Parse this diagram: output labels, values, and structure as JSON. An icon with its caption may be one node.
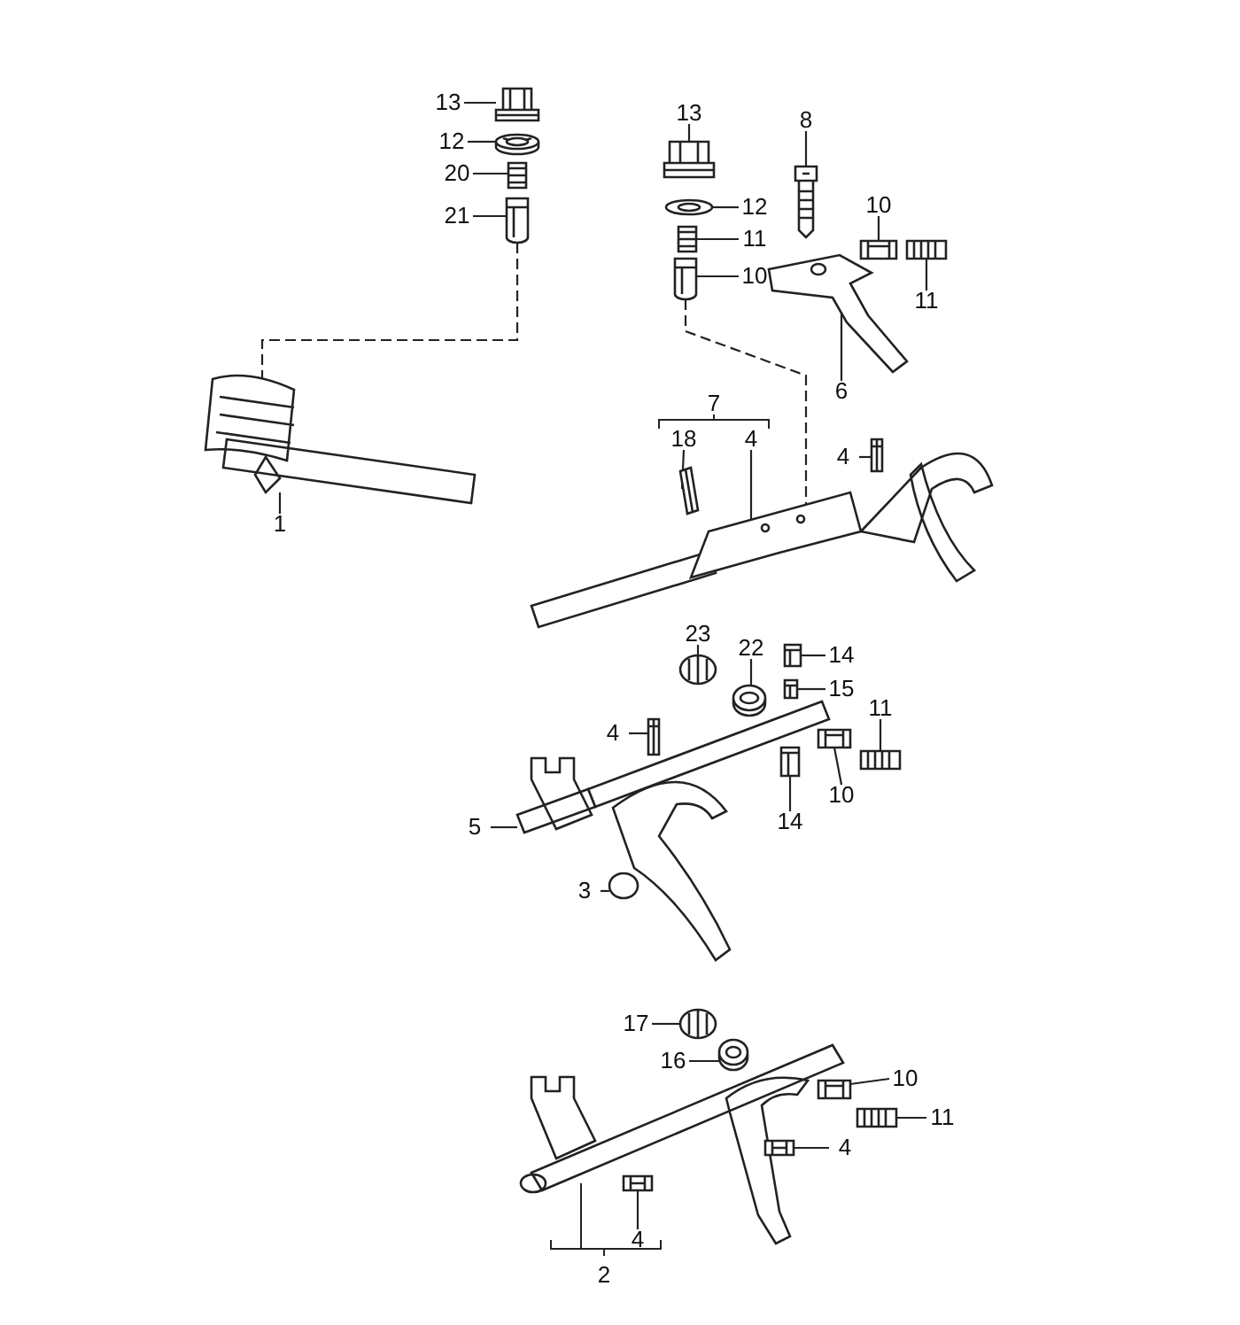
{
  "diagram": {
    "nodes": [
      {
        "text": [
          "13"
        ]
      },
      {
        "text": [
          "12"
        ]
      },
      {
        "text": [
          "20"
        ]
      },
      {
        "text": [
          "21"
        ]
      },
      {
        "text": [
          "1"
        ]
      },
      {
        "text": [
          "13"
        ]
      },
      {
        "text": [
          "12"
        ]
      },
      {
        "text": [
          "11"
        ]
      },
      {
        "text": [
          "10"
        ]
      },
      {
        "text": [
          "8"
        ]
      },
      {
        "text": [
          "10"
        ]
      },
      {
        "text": [
          "11"
        ]
      },
      {
        "text": [
          "6"
        ]
      },
      {
        "text": [
          "7"
        ]
      },
      {
        "text": [
          "18"
        ]
      },
      {
        "text": [
          "4"
        ]
      },
      {
        "text": [
          "4"
        ]
      },
      {
        "text": [
          "23"
        ]
      },
      {
        "text": [
          "22"
        ]
      },
      {
        "text": [
          "14"
        ]
      },
      {
        "text": [
          "15"
        ]
      },
      {
        "text": [
          "11"
        ]
      },
      {
        "text": [
          "10"
        ]
      },
      {
        "text": [
          "4"
        ]
      },
      {
        "text": [
          "14"
        ]
      },
      {
        "text": [
          "5"
        ]
      },
      {
        "text": [
          "3"
        ]
      },
      {
        "text": [
          "17"
        ]
      },
      {
        "text": [
          "16"
        ]
      },
      {
        "text": [
          "10"
        ]
      },
      {
        "text": [
          "11"
        ]
      },
      {
        "text": [
          "4"
        ]
      },
      {
        "text": [
          "4"
        ]
      },
      {
        "text": [
          "2"
        ]
      },
      {
        "text": [],
        "shape": "picture"
      },
      {
        "text": [],
        "shape": "picture"
      },
      {
        "text": [],
        "shape": "picture"
      },
      {
        "text": [],
        "shape": "picture"
      },
      {
        "text": [],
        "shape": "picture"
      },
      {
        "text": [],
        "shape": "picture"
      },
      {
        "text": [],
        "shape": "picture"
      },
      {
        "text": [],
        "shape": "picture"
      },
      {
        "text": [],
        "shape": "picture"
      },
      {
        "text": [],
        "shape": "picture"
      },
      {
        "text": [],
        "shape": "picture"
      },
      {
        "text": [],
        "shape": "picture"
      },
      {
        "text": [],
        "shape": "picture"
      },
      {
        "text": [],
        "shape": "picture"
      },
      {
        "text": [],
        "shape": "picture"
      },
      {
        "text": [],
        "shape": "picture"
      },
      {
        "text": [],
        "shape": "picture"
      },
      {
        "text": [],
        "shape": "picture"
      },
      {
        "text": [],
        "shape": "picture"
      },
      {
        "text": [],
        "shape": "picture"
      },
      {
        "text": [],
        "shape": "picture"
      },
      {
        "text": [],
        "shape": "picture"
      },
      {
        "text": [],
        "shape": "picture"
      },
      {
        "text": [],
        "shape": "picture"
      },
      {
        "text": [],
        "shape": "picture"
      },
      {
        "text": [],
        "shape": "picture"
      },
      {
        "text": [],
        "shape": "picture"
      },
      {
        "text": [],
        "shape": "picture"
      },
      {
        "text": [],
        "shape": "picture"
      },
      {
        "text": [],
        "shape": "picture"
      },
      {
        "text": [],
        "shape": "picture"
      },
      {
        "text": [],
        "shape": "picture"
      }
    ],
    "edges": [
      {
        "from": 0,
        "to": 34,
        "arrow": "none"
      },
      {
        "from": 1,
        "to": 35,
        "arrow": "none"
      },
      {
        "from": 2,
        "to": 36,
        "arrow": "none"
      },
      {
        "from": 3,
        "to": 37,
        "arrow": "none"
      },
      {
        "from": 4,
        "to": 38,
        "arrow": "none"
      },
      {
        "from": 5,
        "to": 39,
        "arrow": "none"
      },
      {
        "from": 6,
        "to": 40,
        "arrow": "none"
      },
      {
        "from": 7,
        "to": 41,
        "arrow": "none"
      },
      {
        "from": 8,
        "to": 42,
        "arrow": "none"
      },
      {
        "from": 9,
        "to": 43,
        "arrow": "none"
      },
      {
        "from": 10,
        "to": 44,
        "arrow": "none"
      },
      {
        "from": 11,
        "to": 45,
        "arrow": "none"
      },
      {
        "from": 12,
        "to": 46,
        "arrow": "none"
      },
      {
        "from": 14,
        "to": 47,
        "arrow": "none"
      },
      {
        "from": 15,
        "to": 48,
        "arrow": "none"
      },
      {
        "from": 16,
        "to": 49,
        "arrow": "none"
      },
      {
        "from": 17,
        "to": 50,
        "arrow": "none"
      },
      {
        "from": 18,
        "to": 51,
        "arrow": "none"
      },
      {
        "from": 19,
        "to": 52,
        "arrow": "none"
      },
      {
        "from": 20,
        "to": 53,
        "arrow": "none"
      },
      {
        "from": 21,
        "to": 54,
        "arrow": "none"
      },
      {
        "from": 22,
        "to": 55,
        "arrow": "none"
      },
      {
        "from": 23,
        "to": 56,
        "arrow": "none"
      },
      {
        "from": 24,
        "to": 57,
        "arrow": "none"
      },
      {
        "from": 25,
        "to": 58,
        "arrow": "none"
      },
      {
        "from": 26,
        "to": 59,
        "arrow": "none"
      },
      {
        "from": 27,
        "to": 60,
        "arrow": "none"
      },
      {
        "from": 28,
        "to": 61,
        "arrow": "none"
      },
      {
        "from": 29,
        "to": 62,
        "arrow": "none"
      },
      {
        "from": 30,
        "to": 63,
        "arrow": "none"
      },
      {
        "from": 31,
        "to": 64,
        "arrow": "none"
      },
      {
        "from": 32,
        "to": 65,
        "arrow": "none"
      },
      {
        "from": 37,
        "to": 38,
        "arrow": "none",
        "style": "dashed"
      },
      {
        "from": 42,
        "to": 48,
        "arrow": "none",
        "style": "dashed"
      }
    ]
  }
}
